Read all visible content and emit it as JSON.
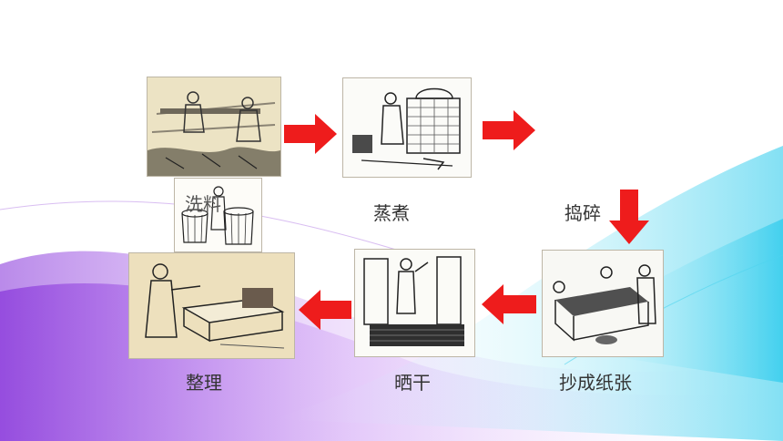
{
  "steps": {
    "wash": "洗料",
    "steam": "蒸煮",
    "pound": "捣碎",
    "form": "抄成纸张",
    "dry": "晒干",
    "finish": "整理"
  },
  "colors": {
    "arrow": "#ee1c1c",
    "wave_purple": "#8a2be2",
    "wave_cyan": "#22c6e8"
  },
  "icons": [
    "right-arrow-icon",
    "down-arrow-icon",
    "left-arrow-icon"
  ]
}
